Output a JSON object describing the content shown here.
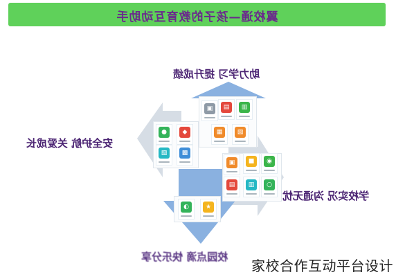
{
  "banner": {
    "text": "翼校通—孩子的教育互动助手"
  },
  "labels": {
    "top": "助力学习 提升成绩",
    "left": "安全护航 关爱成长",
    "right": "学校实况 沟通无忧",
    "bottom": "校园点滴 快乐分享"
  },
  "footer": {
    "text": "家校合作互动平台设计"
  },
  "colors": {
    "banner": "#5fd15a",
    "label": "#4b2473",
    "arrow_blue": "#8ab1e0",
    "arrow_grey": "#d6dde5"
  },
  "tiles": [
    {
      "name": "tile-grey-app",
      "color": "#8e9aa6",
      "glyph": "▣"
    },
    {
      "name": "tile-red-news",
      "color": "#e4483c",
      "glyph": "▤"
    },
    {
      "name": "tile-green-book",
      "color": "#3bb54a",
      "glyph": "▥"
    },
    {
      "name": "tile-orange-calendar",
      "color": "#f08b2b",
      "glyph": "▦"
    },
    {
      "name": "tile-orange-chart",
      "color": "#f08b2b",
      "glyph": "▧"
    },
    {
      "name": "tile-green-user",
      "color": "#33b35a",
      "glyph": "●"
    },
    {
      "name": "tile-red-alert",
      "color": "#e4483c",
      "glyph": "◆"
    },
    {
      "name": "tile-teal-photo",
      "color": "#25b8c4",
      "glyph": "▨"
    },
    {
      "name": "tile-blue-video",
      "color": "#3f8ed8",
      "glyph": "▩"
    },
    {
      "name": "tile-orange-homework",
      "color": "#f08b2b",
      "glyph": "▣"
    },
    {
      "name": "tile-yellow-notice",
      "color": "#f4b41e",
      "glyph": "■"
    },
    {
      "name": "tile-green-chat",
      "color": "#3bb54a",
      "glyph": "◉"
    },
    {
      "name": "tile-red-score",
      "color": "#e4483c",
      "glyph": "▤"
    },
    {
      "name": "tile-teal-class",
      "color": "#25b8c4",
      "glyph": "▥"
    },
    {
      "name": "tile-green-circle",
      "color": "#33b35a",
      "glyph": "○"
    },
    {
      "name": "tile-green-share",
      "color": "#33b35a",
      "glyph": "◐"
    },
    {
      "name": "tile-yellow-star",
      "color": "#f4b41e",
      "glyph": "★"
    }
  ]
}
